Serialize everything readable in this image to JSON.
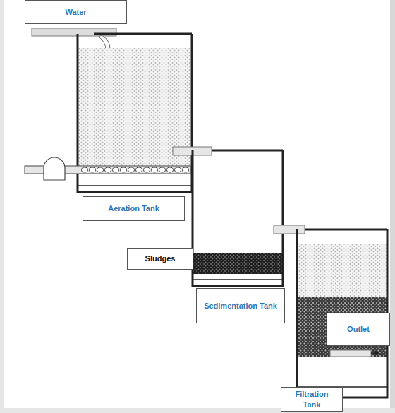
{
  "diagram": {
    "nodes": [
      {
        "text": [
          "Water"
        ]
      },
      {
        "text": [
          "Aeration Tank"
        ]
      },
      {
        "text": [
          "Sludges"
        ]
      },
      {
        "text": [
          "Sedimentation Tank"
        ]
      },
      {
        "text": [
          "Outlet"
        ]
      },
      {
        "text": [
          "Filtration Tank"
        ]
      }
    ]
  }
}
